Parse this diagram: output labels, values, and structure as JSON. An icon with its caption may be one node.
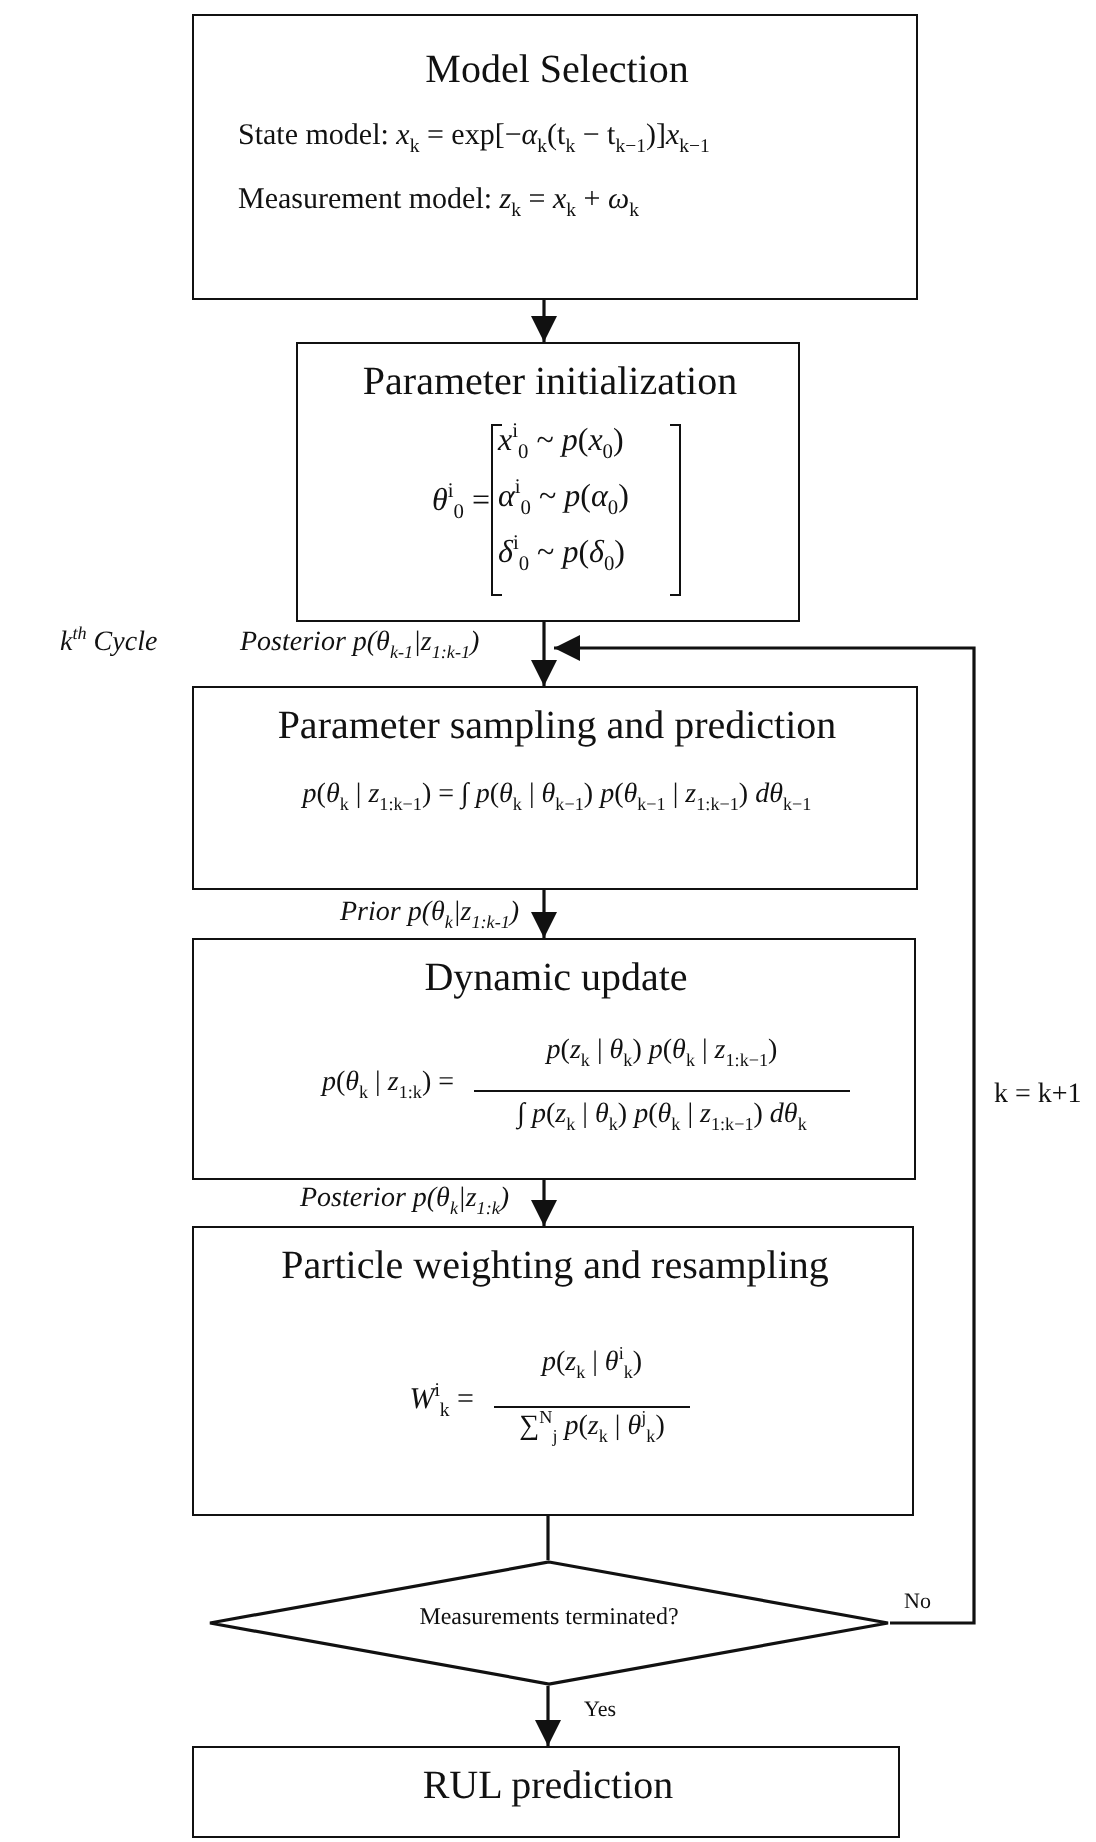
{
  "diagram": {
    "nodes": [
      {
        "text": [
          "Model Selection",
          "State model: *x*$_{k}$ = exp[−*α*$_{k}$(t$_{k}$ − t$_{k−1}$)]*x*$_{k−1}$",
          "Measurement model: *z*$_{k}$ = *x*$_{k}$ + *ω*$_{k}$"
        ]
      },
      {
        "text": [
          "Parameter initialization",
          "*θ*$^{i}$$_{0}$ =",
          "*x*$^{i}$$_{0}$ ~ *p*(*x*$_{0}$)",
          "*α*$^{i}$$_{0}$ ~ *p*(*α*$_{0}$)",
          "*δ*$^{i}$$_{0}$ ~ *p*(*δ*$_{0}$)"
        ]
      },
      {
        "text": [
          "Parameter sampling and prediction",
          "*p*(*θ*$_{k}$ | *z*$_{1:k−1}$) = ∫ *p*(*θ*$_{k}$ | *θ*$_{k−1}$) *p*(*θ*$_{k−1}$ | *z*$_{1:k−1}$) *dθ*$_{k−1}$"
        ]
      },
      {
        "text": [
          "Dynamic update",
          "*p*(*θ*$_{k}$ | *z*$_{1:k}$) =",
          "*p*(*z*$_{k}$ | *θ*$_{k}$) *p*(*θ*$_{k}$ | *z*$_{1:k−1}$)",
          "∫ *p*(*z*$_{k}$ | *θ*$_{k}$) *p*(*θ*$_{k}$ | *z*$_{1:k−1}$) *dθ*$_{k}$"
        ]
      },
      {
        "text": [
          "Particle weighting and resampling",
          "*W*$^{i}$$_{k}$ =",
          "*p*(*z*$_{k}$ | *θ*$^{i}$$_{k}$)",
          "∑$^{N}$$_{j}$ *p*(*z*$_{k}$ | *θ*$^{j}$$_{k}$)"
        ]
      },
      {
        "text": [
          "Measurements terminated?"
        ]
      },
      {
        "text": [
          "RUL prediction"
        ]
      }
    ],
    "edges": [
      {
        "from": 0,
        "to": 1,
        "arrow": "to"
      },
      {
        "from": 1,
        "to": 2,
        "arrow": "to",
        "label": "Posterior p(θ$_{k-1}$|z$_{1:k-1}$)"
      },
      {
        "from": 2,
        "to": 3,
        "arrow": "to",
        "label": "Prior p(θ$_{k}$|z$_{1:k-1}$)"
      },
      {
        "from": 3,
        "to": 4,
        "arrow": "to",
        "label": "Posterior p(θ$_{k}$|z$_{1:k}$)"
      },
      {
        "from": 4,
        "to": 5,
        "arrow": "none"
      },
      {
        "from": 5,
        "to": 6,
        "arrow": "to",
        "label": "Yes"
      },
      {
        "from": 5,
        "to": 2,
        "arrow": "to",
        "label": "No"
      }
    ],
    "labels": [
      "k$^{th}$ Cycle",
      "k = k+1"
    ]
  }
}
